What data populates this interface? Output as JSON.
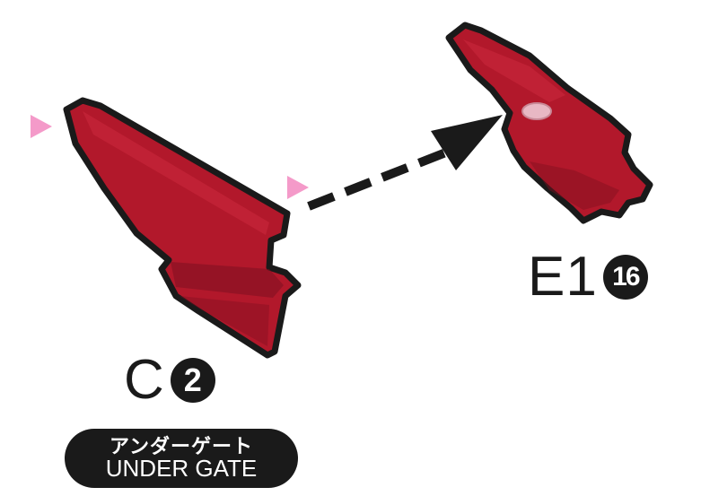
{
  "colors": {
    "part_fill": "#b2182b",
    "part_shadow": "#7e1020",
    "part_outline": "#1a1a1a",
    "marker": "#f49ac9",
    "arrow": "#1a1a1a",
    "badge_bg": "#1a1a1a"
  },
  "parts": [
    {
      "id": "C",
      "number": "2"
    },
    {
      "id": "E1",
      "number": "16"
    }
  ],
  "gate_badge": {
    "japanese": "アンダーゲート",
    "english": "UNDER GATE"
  },
  "icons": [
    "pink-triangle-marker-icon",
    "dashed-arrow-icon"
  ]
}
